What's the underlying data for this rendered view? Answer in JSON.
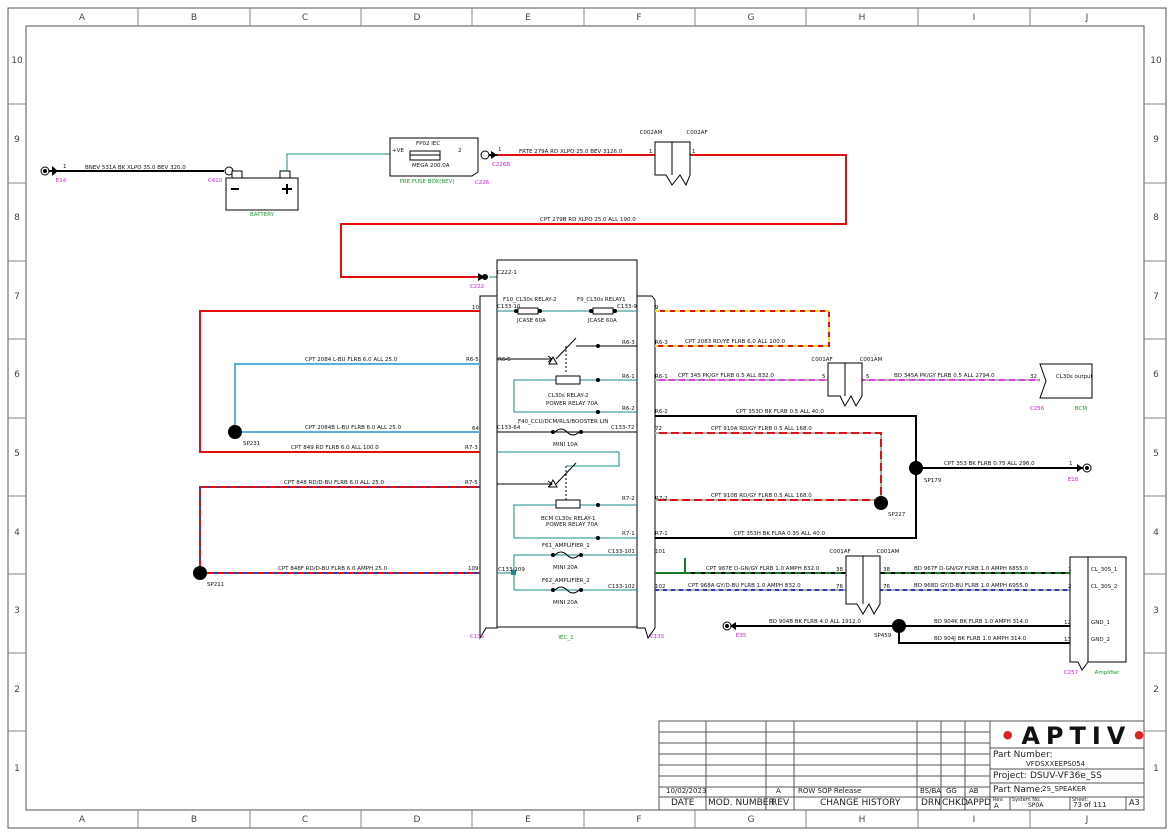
{
  "columns": [
    "A",
    "B",
    "C",
    "D",
    "E",
    "F",
    "G",
    "H",
    "I",
    "J"
  ],
  "rows": [
    "10",
    "9",
    "8",
    "7",
    "6",
    "5",
    "4",
    "3",
    "2",
    "1"
  ],
  "diagram": {
    "battery": {
      "label": "BATTERY"
    },
    "connectors": {
      "e14": "E14",
      "c410": "C410",
      "c226": "C226",
      "c226b": "C226B",
      "c222": "C222",
      "c222_1": "C222-1",
      "c135": "C135",
      "c133": "C133",
      "iec": "IEC_1",
      "c002am": "C002AM",
      "c002af": "C002AF",
      "c001af_top": "C001AF",
      "c001am_top": "C001AM",
      "c001af_bot": "C001AF",
      "c001am_bot": "C001AM",
      "c256": "C256",
      "bcm": "BCM",
      "e18": "E18",
      "e35": "E35",
      "c257": "C257",
      "amplifier": "Amplifier",
      "sp231": "SP231",
      "sp211": "SP211",
      "sp179": "SP179",
      "sp227": "SP227",
      "sp459": "SP459"
    },
    "fuse_box": {
      "title": "FP02 IEC",
      "plus": "+VE",
      "fuse": "MEGA 200.0A",
      "name": "PRE FUSE BOX(BEV)",
      "pin1": "1",
      "pin2": "2"
    },
    "fuses": {
      "f10": "F10_CL30s RELAY-2",
      "f10_rating": "JCASE 60A",
      "f10_pin": "C133-10",
      "f9": "F9_CL30s RELAY1",
      "f9_rating": "JCASE 60A",
      "f9_pin": "C133-9",
      "f40": "F40_CCU/DCM/RLS/BOOSTER LIN",
      "f40_rating": "MINI 10A",
      "f40_pin_l": "C133-64",
      "f40_pin_r": "C133-72",
      "f61": "F61_AMPLIFIER_1",
      "f61_rating": "MINI 20A",
      "f61_pin": "C133-101",
      "f62": "F62_AMPLIFIER_2",
      "f62_rating": "MINI 20A",
      "f62_pin": "C133-102",
      "f62_pin_l": "C133-109"
    },
    "relays": {
      "r2a": "CL30s RELAY-2",
      "r2b": "POWER RELAY 70A",
      "r1a": "BCM CL30s RELAY-1",
      "r1b": "POWER RELAY 70A",
      "r6_3": "R6-3",
      "r6_5": "R6-5",
      "r6_1": "R6-1",
      "r6_2": "R6-2",
      "r7_3": "R7-3",
      "r7_5": "R7-5",
      "r7_2": "R7-2",
      "r7_1": "R7-1"
    },
    "wires": {
      "w531a": "BNEV 531A BK XLPO 35.0 BEV 320.0",
      "w279a": "FRTE 279A RD XLPO 25.0 BEV 3126.0",
      "w279b": "CPT 279B RD XLPO 25.0 ALL 190.0",
      "w2084": "CPT 2084 L-BU FLRB 6.0 ALL 25.0",
      "w2084b": "CPT 2084B L-BU FLRB 6.0 ALL 25.0",
      "w849": "CPT 849 RD FLRB 6.0 ALL 100.0",
      "w848": "CPT 848 RD/D-BU FLRB 6.0 ALL 25.0",
      "w848f": "CPT 848F RD/D-BU FLRB 6.0 AMPH 25.0",
      "w2083": "CPT 2083 RD/YE FLRB 6.0 ALL 100.0",
      "w345": "CPT 345 PK/GY FLRB 0.5 ALL 832.0",
      "w345a": "BD 345A PK/GY FLRB 0.5 ALL 2794.0",
      "w353d": "CPT 353D BK FLRB 0.5 ALL 40.0",
      "w910a": "CPT 910A RD/GY FLRB 0.5 ALL 168.0",
      "w353": "CPT 353 BK FLRB 0.75 ALL 296.0",
      "w910b": "CPT 910B RD/GY FLRB 0.5 ALL 168.0",
      "w353h": "CPT 353H BK FLRA 0.35 ALL 40.0",
      "w967e": "CPT 967E D-GN/GY FLRB 1.0 AMPH 832.0",
      "w967f": "BD 967F D-GN/GY FLRB 1.0 AMPH 6855.0",
      "w968a": "CPT 968A GY/D-BU FLRB 1.0 AMPH 832.0",
      "w968d": "BD 968D GY/D-BU FLRB 1.0 AMPH 6955.0",
      "w904b": "BD 904B BK FLRB 4.0 ALL 1912.0",
      "w904k": "BD 904K BK FLRB 1.0 AMPH 314.0",
      "w904j": "BD 904J BK FLRB 1.0 AMPH 314.0"
    },
    "pins": {
      "p10": "10",
      "p64": "64",
      "p109": "109",
      "p9": "9",
      "p72": "72",
      "p101": "101",
      "p102": "102",
      "p5a": "5",
      "p5b": "5",
      "p32": "32",
      "p38a": "38",
      "p38b": "38",
      "p76a": "76",
      "p76b": "76",
      "p1": "1",
      "p2": "2",
      "p12": "12",
      "p13": "13",
      "p1c": "1",
      "p1d": "1",
      "p1e": "1",
      "p1f": "1",
      "p1g": "1"
    },
    "outputs": {
      "cl30s": "CL30s output",
      "cl30s_1": "CL_30S_1",
      "cl30s_2": "CL_30S_2",
      "gnd1": "GND_1",
      "gnd2": "GND_2"
    }
  },
  "title_block": {
    "date": "10/02/2023",
    "rev_letter": "A",
    "change": "ROW SOP Release",
    "drn": "BS/BA",
    "chkd": "GG",
    "appd": "AB",
    "hdr_date": "DATE",
    "hdr_mod": "MOD. NUMBER",
    "hdr_rev": "REV",
    "hdr_change": "CHANGE HISTORY",
    "hdr_drn": "DRN",
    "hdr_chkd": "CHKD",
    "hdr_appd": "APPD",
    "logo": "APTIV",
    "part_number_label": "Part Number:",
    "part_number": "VFDSXXEEPS054",
    "project_label": "Project:",
    "project": "DSUV-VF36e_SS",
    "part_name_label": "Part Name:",
    "part_name": "2S_SPEAKER",
    "rev_label": "Rev:",
    "rev_value": "A",
    "system_label": "System No:",
    "system_value": "SP0A",
    "sheet_label": "Sheet:",
    "sheet_value": "73 of 111",
    "size": "A3"
  }
}
